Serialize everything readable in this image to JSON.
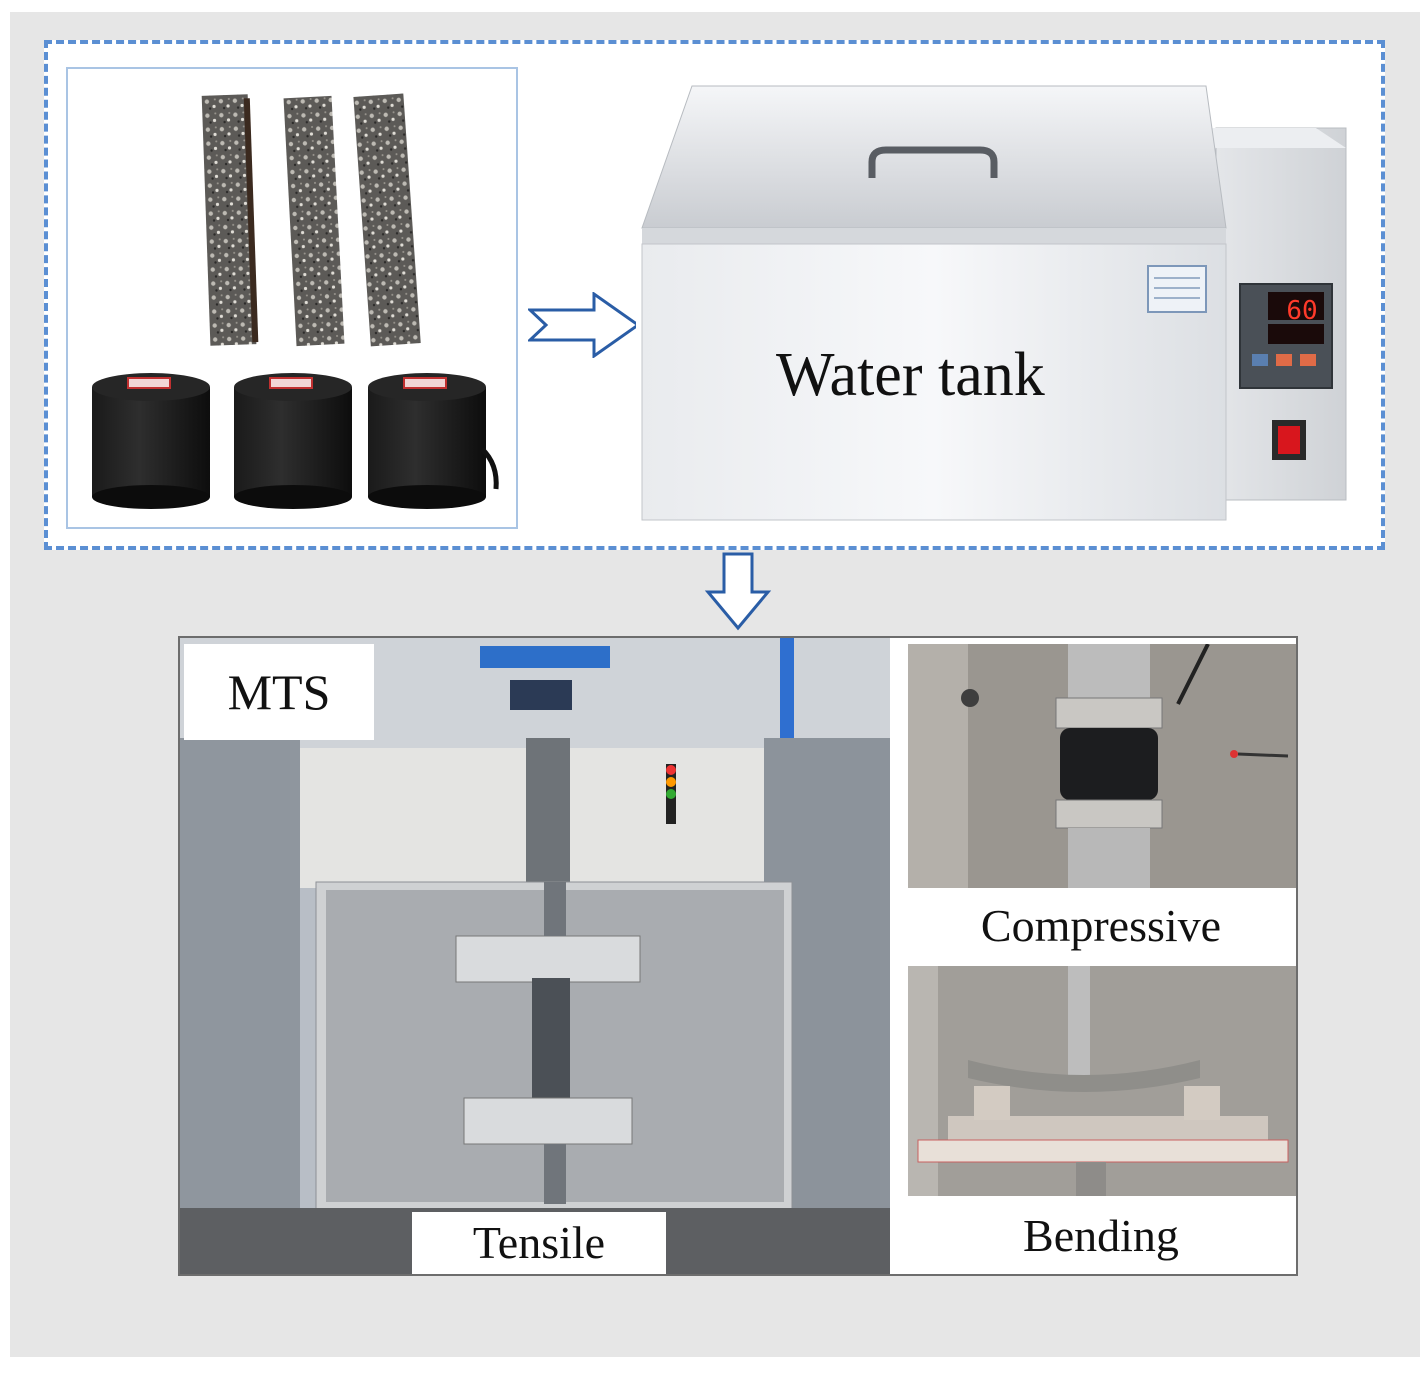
{
  "diagram": {
    "nodes": [
      {
        "id": "samples",
        "kind": "photo",
        "description_icon": "asphalt-specimens"
      },
      {
        "id": "water_tank",
        "kind": "photo",
        "label": "Water tank",
        "display_readout": "60"
      },
      {
        "id": "mts",
        "kind": "photo",
        "label": "MTS"
      },
      {
        "id": "tensile",
        "kind": "photo",
        "label": "Tensile"
      },
      {
        "id": "compressive",
        "kind": "photo",
        "label": "Compressive"
      },
      {
        "id": "bending",
        "kind": "photo",
        "label": "Bending"
      }
    ],
    "edges": [
      {
        "from": "samples",
        "to": "water_tank",
        "style": "hollow-arrow-right"
      },
      {
        "from": "water_tank",
        "to": "mts",
        "style": "hollow-arrow-down"
      }
    ]
  },
  "colors": {
    "dashed_border": "#5b8fd3",
    "arrow_stroke": "#2a5da6",
    "background": "#e6e6e6"
  },
  "labels": {
    "water_tank": "Water tank",
    "mts": "MTS",
    "tensile": "Tensile",
    "compressive": "Compressive",
    "bending": "Bending",
    "readout": "60"
  }
}
